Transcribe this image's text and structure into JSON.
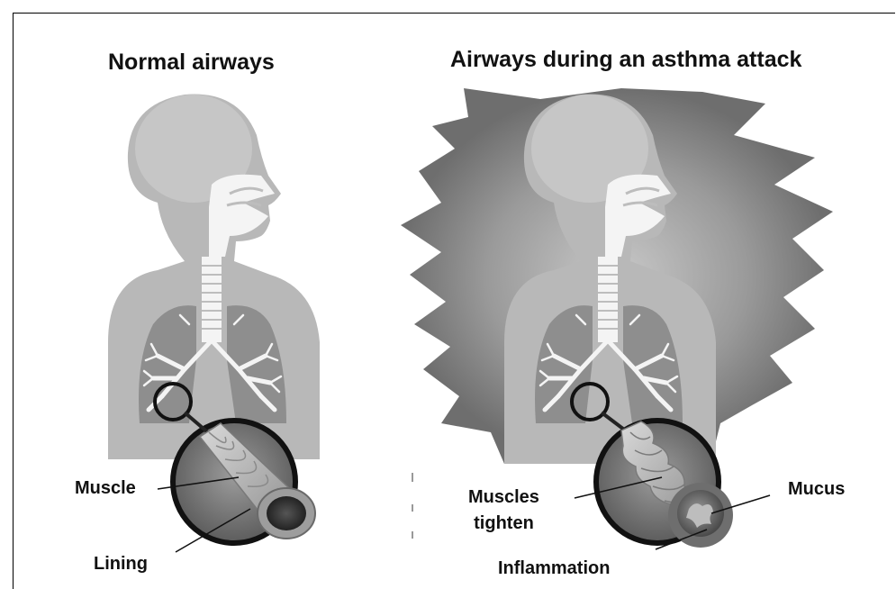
{
  "panels": [
    {
      "title": "Normal airways",
      "labels": {
        "muscle": "Muscle",
        "lining": "Lining"
      }
    },
    {
      "title": "Airways during an asthma attack",
      "labels": {
        "muscles_tighten": "Muscles\ntighten",
        "mucus": "Mucus",
        "inflammation": "Inflammation"
      }
    }
  ],
  "colors": {
    "body": "#b8b8b8",
    "lung": "#8e8e8e",
    "halo": "#7a7a7a",
    "magnifier_ring": "#111111",
    "airway": "#a9a9a9"
  }
}
